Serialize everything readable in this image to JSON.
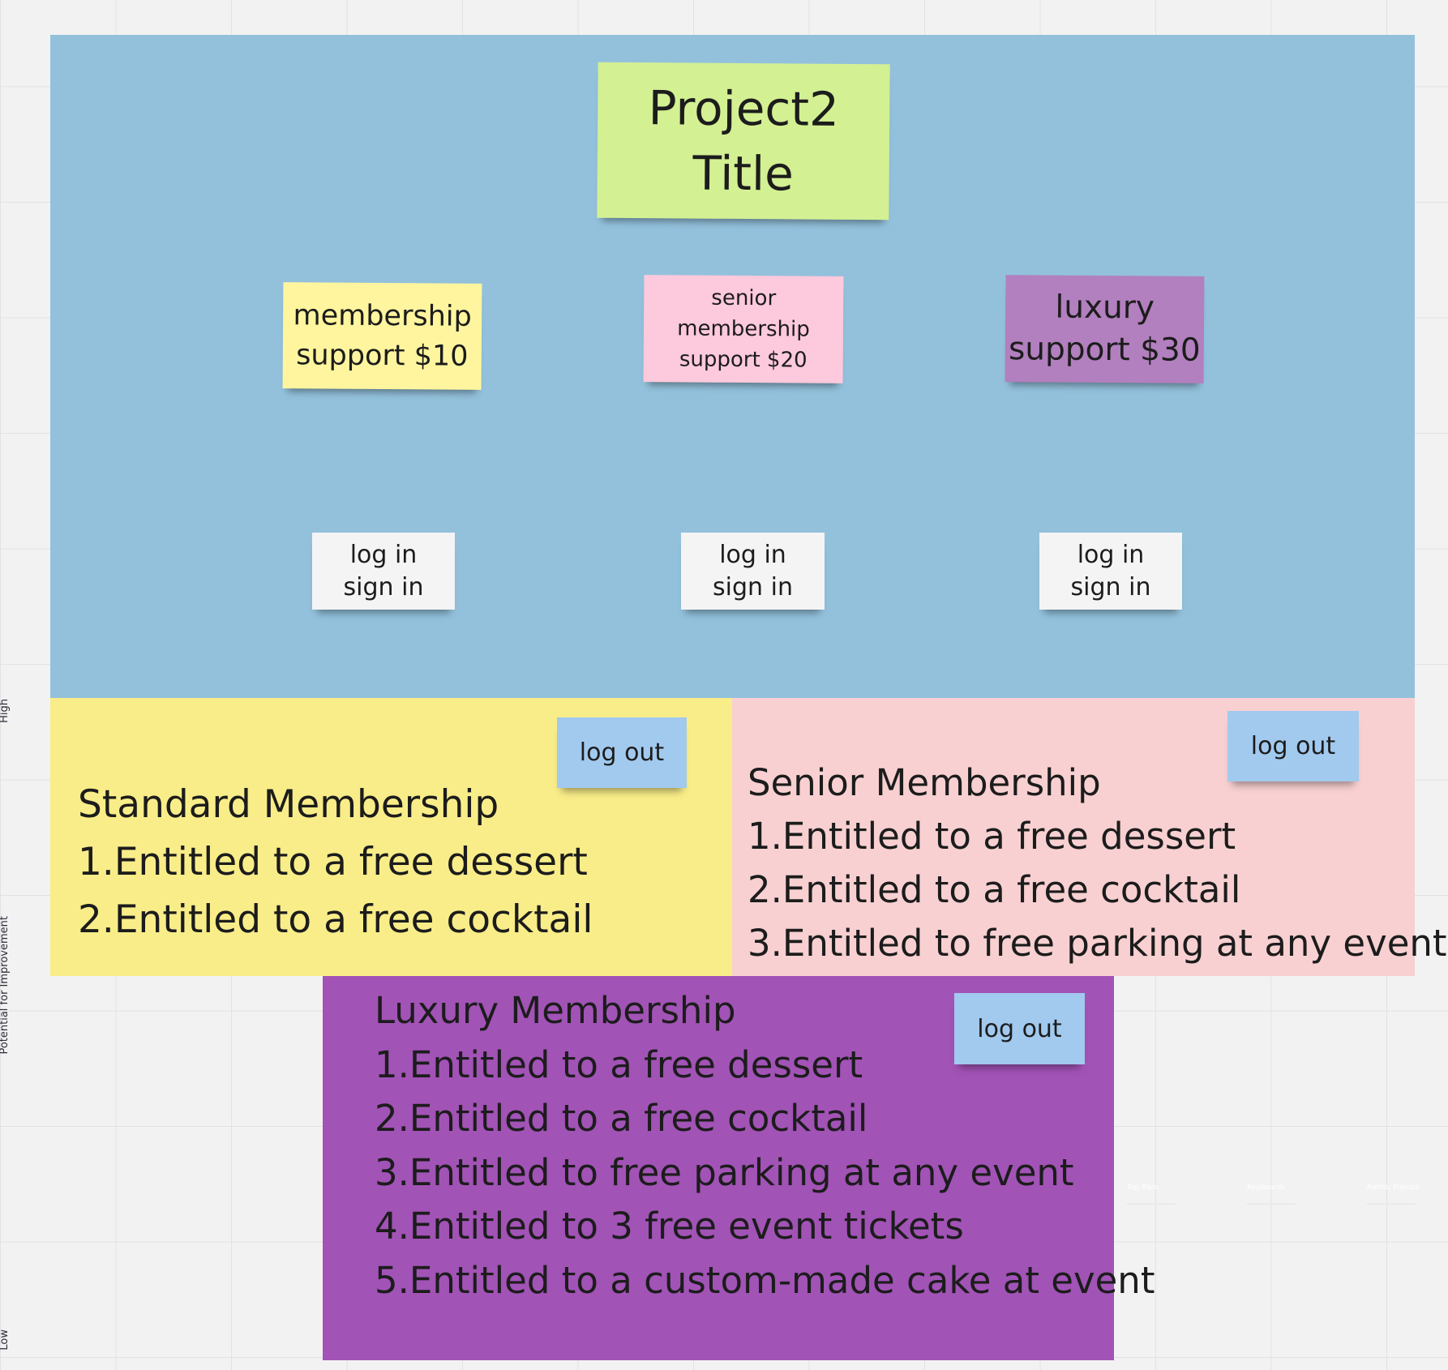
{
  "colors": {
    "canvas_bg": "#f2f2f2",
    "top_frame": "#93c1dc",
    "standard_frame": "#f9ed89",
    "senior_frame": "#f8d0d1",
    "luxury_frame": "#a253b6",
    "title_sticky": "#d3f093",
    "standard_sticky": "#fff59e",
    "senior_sticky": "#fdc9dc",
    "luxury_sticky": "#b27fbf",
    "login_sticky": "#f4f4f4",
    "logout_sticky": "#a2c9ee"
  },
  "title_sticky": {
    "lines": [
      "Project2",
      "Title"
    ]
  },
  "membership_cards": [
    {
      "lines": [
        "membership",
        "support $10"
      ]
    },
    {
      "lines": [
        "senior",
        "membership",
        "support $20"
      ]
    },
    {
      "lines": [
        "luxury",
        "support $30"
      ]
    }
  ],
  "login_cards": [
    {
      "lines": [
        "log in",
        "sign in"
      ]
    },
    {
      "lines": [
        "log in",
        "sign in"
      ]
    },
    {
      "lines": [
        "log in",
        "sign in"
      ]
    }
  ],
  "standard": {
    "logout_label": "log out",
    "lines": [
      "Standard Membership",
      "1.Entitled to a free dessert",
      "2.Entitled to a free cocktail"
    ]
  },
  "senior": {
    "logout_label": "log out",
    "lines": [
      "Senior Membership",
      "1.Entitled to a free dessert",
      "2.Entitled to a free cocktail",
      "3.Entitled to free parking at any event"
    ]
  },
  "luxury": {
    "logout_label": "log out",
    "lines": [
      "Luxury Membership",
      "1.Entitled to a free dessert",
      "2.Entitled to a free cocktail",
      "3.Entitled to free parking at any event",
      "4.Entitled to 3 free event tickets",
      "5.Entitled to a custom-made cake at event"
    ]
  },
  "side_labels": [
    "High",
    "Potential for Improvement",
    "Low"
  ],
  "mini_cards": [
    {
      "title": "Top Bars",
      "icon": "arrow-up-icon"
    },
    {
      "title": "Keyboards",
      "icon": "piano-icon"
    },
    {
      "title": "Alerts, Popups",
      "icon": "alert-icon"
    }
  ]
}
